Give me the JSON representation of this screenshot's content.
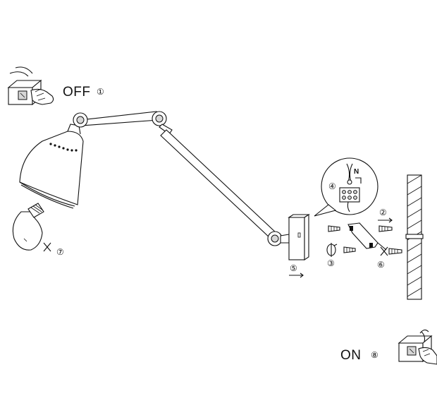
{
  "labels": {
    "off": "OFF",
    "on": "ON",
    "terminal_n": "N"
  },
  "steps": {
    "s1": "①",
    "s2": "②",
    "s3": "③",
    "s4": "④",
    "s5": "⑤",
    "s6": "⑥",
    "s7": "⑦",
    "s8": "⑧"
  }
}
